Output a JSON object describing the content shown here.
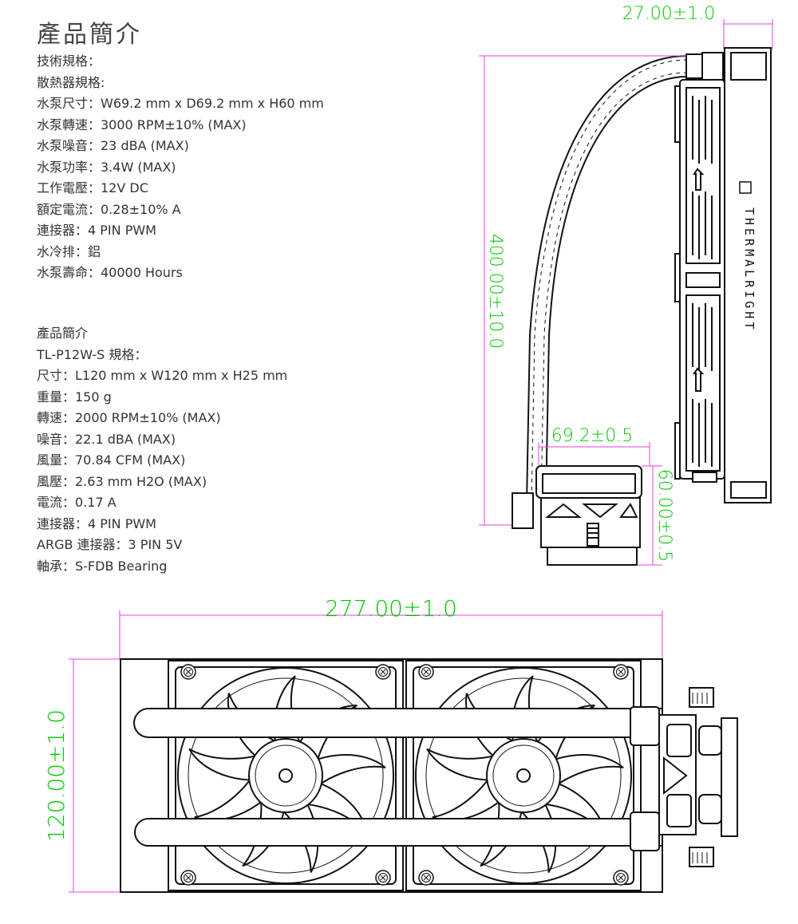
{
  "page": {
    "title": "產品簡介"
  },
  "pump_specs": {
    "lines": [
      "技術規格：",
      "散熱器規格:",
      "水泵尺寸：W69.2 mm x D69.2 mm x H60 mm",
      "水泵轉速：3000 RPM±10% (MAX)",
      "水泵噪音：23 dBA (MAX)",
      "水泵功率：3.4W (MAX)",
      "工作電壓：12V DC",
      "額定電流：0.28±10% A",
      "連接器：4 PIN PWM",
      "水冷排：鋁",
      "水泵壽命：40000 Hours"
    ]
  },
  "fan_specs": {
    "lines": [
      "產品簡介",
      "TL-P12W-S 規格：",
      "尺寸：L120 mm x W120 mm x H25 mm",
      "重量：150 g",
      "轉速：2000 RPM±10% (MAX)",
      "噪音：22.1 dBA (MAX)",
      "風量：70.84 CFM (MAX)",
      "風壓：2.63 mm H2O (MAX)",
      "電流：0.17 A",
      "連接器：4 PIN PWM",
      "ARGB 連接器：3 PIN 5V",
      "軸承：S-FDB Bearing"
    ]
  },
  "side_view": {
    "radiator_thickness": "27.00±1.0",
    "tube_length": "400.00±10.0",
    "pump_width": "69.2±0.5",
    "pump_height": "60.00±0.5",
    "brand_text": "THERMALRIGHT"
  },
  "top_view": {
    "radiator_length": "277.00±1.0",
    "radiator_width": "120.00±1.0"
  },
  "colors": {
    "dimension_line": "#e040e0",
    "dimension_text": "#00c800",
    "line_art": "#111111"
  }
}
